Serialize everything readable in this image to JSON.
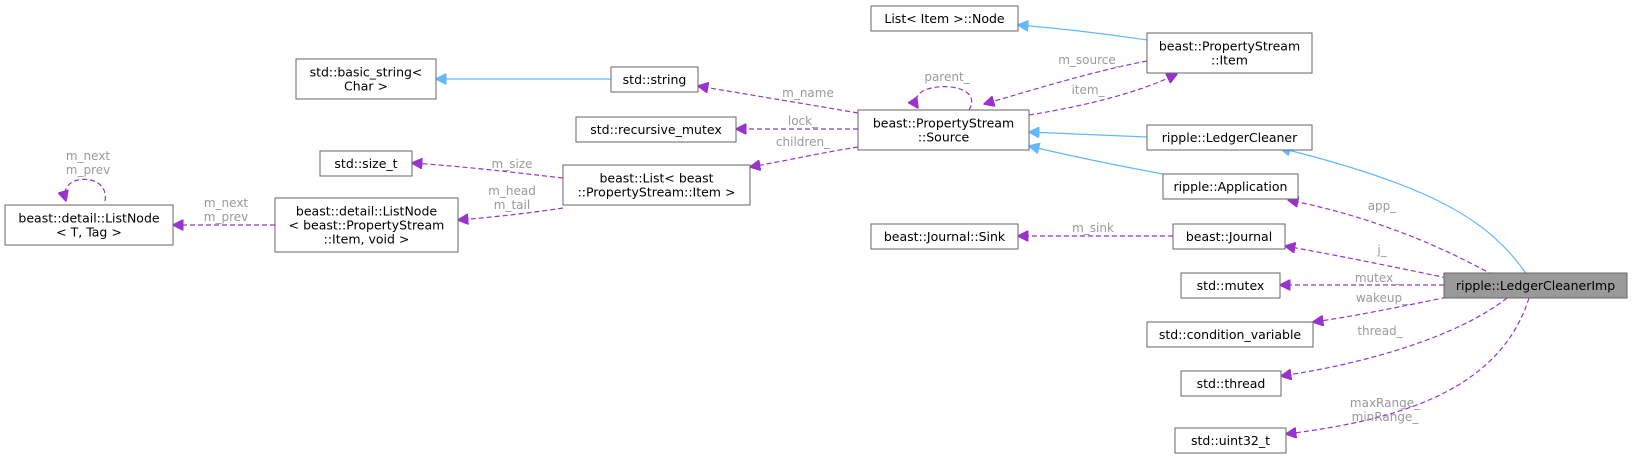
{
  "diagram": {
    "nodes": {
      "item_node": [
        "List< Item >::Node"
      ],
      "ps_item": [
        "beast::PropertyStream",
        "::Item"
      ],
      "basic_string": [
        "std::basic_string<",
        "Char >"
      ],
      "std_string": [
        "std::string"
      ],
      "rec_mutex": [
        "std::recursive_mutex"
      ],
      "ps_source": [
        "beast::PropertyStream",
        "::Source"
      ],
      "ledger_cleaner": [
        "ripple::LedgerCleaner"
      ],
      "size_t": [
        "std::size_t"
      ],
      "list_ps_item": [
        "beast::List< beast",
        "::PropertyStream::Item >"
      ],
      "application": [
        "ripple::Application"
      ],
      "detail_listnode": [
        "beast::detail::ListNode",
        "< T, Tag >"
      ],
      "listnode_ps": [
        "beast::detail::ListNode",
        "< beast::PropertyStream",
        "::Item, void >"
      ],
      "journal_sink": [
        "beast::Journal::Sink"
      ],
      "journal": [
        "beast::Journal"
      ],
      "std_mutex": [
        "std::mutex"
      ],
      "ledger_cleaner_imp": [
        "ripple::LedgerCleanerImp"
      ],
      "cond_var": [
        "std::condition_variable"
      ],
      "std_thread": [
        "std::thread"
      ],
      "uint32": [
        "std::uint32_t"
      ]
    },
    "edge_labels": {
      "m_source": [
        "m_source_"
      ],
      "item": [
        "item_"
      ],
      "parent": [
        "parent_"
      ],
      "m_name": [
        "m_name"
      ],
      "lock": [
        "lock_"
      ],
      "children": [
        "children_"
      ],
      "m_size": [
        "m_size"
      ],
      "m_head_tail": [
        "m_head",
        "m_tail"
      ],
      "m_next_prev_ln": [
        "m_next",
        "m_prev"
      ],
      "m_next_prev_self": [
        "m_next",
        "m_prev"
      ],
      "app": [
        "app_"
      ],
      "m_sink": [
        "m_sink"
      ],
      "j": [
        "j_"
      ],
      "mutex": [
        "mutex_"
      ],
      "wakeup": [
        "wakeup_"
      ],
      "thread": [
        "thread_"
      ],
      "range": [
        "maxRange_",
        "minRange_"
      ]
    },
    "colors": {
      "inheritance": "#63b8ff",
      "member": "#9a32cd",
      "label": "#9a9a9a",
      "highlight_fill": "#999999",
      "border": "#666666"
    }
  }
}
